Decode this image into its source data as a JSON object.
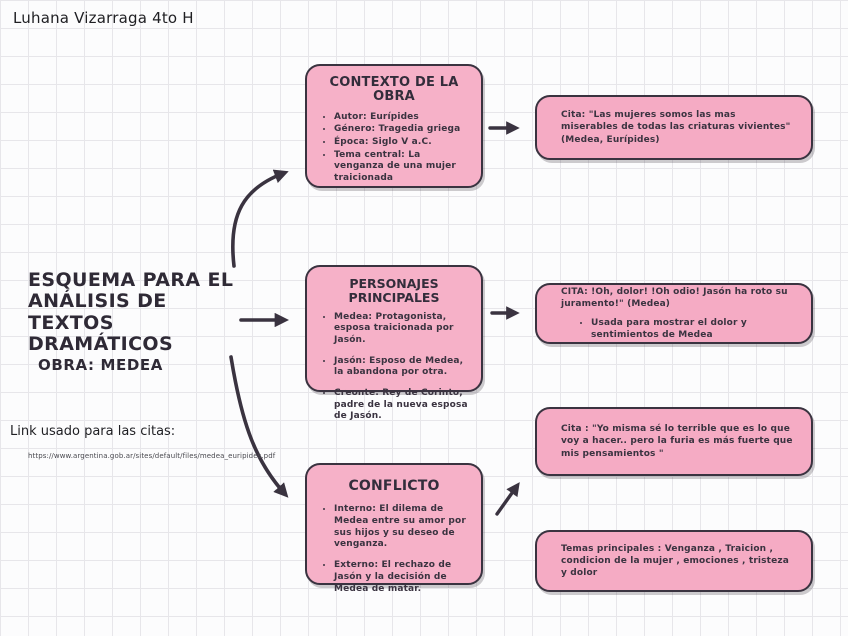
{
  "page": {
    "author_header": "Luhana Vizarraga 4to H",
    "accent_pink": "#f6b1c8",
    "outline_color": "#3a3340",
    "grid_color": "#e7e6ea"
  },
  "left": {
    "title": "ESQUEMA PARA EL ANÁLISIS DE TEXTOS DRAMÁTICOS",
    "subtitle": "OBRA: MEDEA",
    "link_label": "Link usado para las citas:",
    "link_url": "https://www.argentina.gob.ar/sites/default/files/medea_euripides.pdf"
  },
  "boxes": {
    "contexto": {
      "title": "CONTEXTO DE LA OBRA",
      "bullets": [
        "Autor: Eurípides",
        "Género: Tragedia griega",
        "Época: Siglo V a.C.",
        "Tema central: La venganza de una mujer traicionada"
      ]
    },
    "personajes": {
      "title": "PERSONAJES PRINCIPALES",
      "bullets": [
        "Medea: Protagonista, esposa traicionada por Jasón.",
        "Jasón: Esposo de Medea, la abandona por otra.",
        "Creonte: Rey de Corinto, padre de la nueva esposa de Jasón."
      ]
    },
    "conflicto": {
      "title": "CONFLICTO",
      "bullets": [
        "Interno: El dilema de Medea entre su amor por sus hijos y su deseo de venganza.",
        "Externo: El rechazo de Jasón y la decisión de Medea de matar."
      ]
    },
    "cita_contexto": {
      "text": "Cita: \"Las mujeres somos las mas miserables de todas las criaturas vivientes\" (Medea, Eurípides)"
    },
    "cita_personajes": {
      "text": "CITA: !Oh, dolor! !Oh odio! Jasón ha roto su juramento!\" (Medea)",
      "bullets": [
        "Usada para mostrar el dolor y sentimientos de Medea"
      ]
    },
    "cita_conflicto": {
      "text": "Cita : \"Yo misma sé lo terrible que es lo que voy a hacer.. pero la furia es más fuerte que mis pensamientos \""
    },
    "temas": {
      "text": "Temas principales : Venganza , Traicion , condicion de la mujer , emociones , tristeza y dolor"
    }
  }
}
